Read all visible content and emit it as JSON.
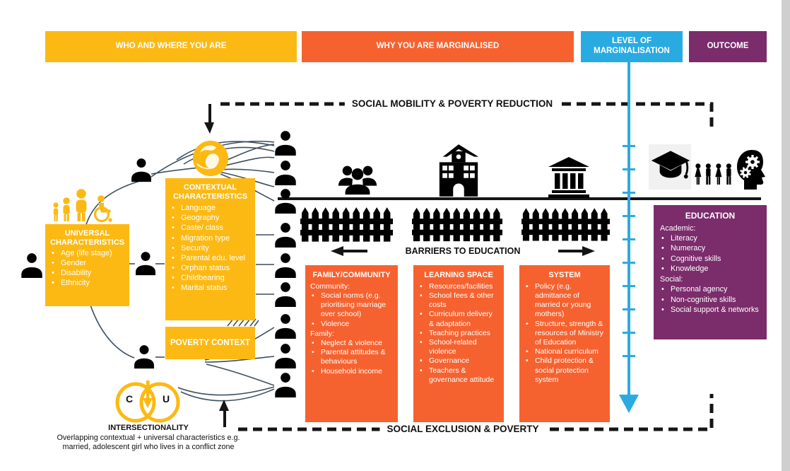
{
  "header": {
    "bands": [
      {
        "label": "WHO AND WHERE YOU ARE",
        "color": "#FDB913"
      },
      {
        "label": "WHY YOU ARE MARGINALISED",
        "color": "#F6622F"
      },
      {
        "label": "LEVEL OF MARGINALISATION",
        "color": "#29ABE2"
      },
      {
        "label": "OUTCOME",
        "color": "#7B2C6B"
      }
    ]
  },
  "annotations": {
    "social_mobility": "SOCIAL MOBILITY & POVERTY REDUCTION",
    "social_exclusion": "SOCIAL EXCLUSION & POVERTY",
    "barriers": "BARRIERS TO EDUCATION"
  },
  "boxes": {
    "universal": {
      "title": "UNIVERSAL CHARACTERISTICS",
      "entries": [
        {
          "k": "b",
          "t": "Age (life stage)"
        },
        {
          "k": "b",
          "t": "Gender"
        },
        {
          "k": "b",
          "t": "Disability"
        },
        {
          "k": "b",
          "t": "Ethnicity"
        }
      ]
    },
    "contextual": {
      "title": "CONTEXTUAL CHARACTERISTICS",
      "entries": [
        {
          "k": "b",
          "t": "Language"
        },
        {
          "k": "b",
          "t": "Geography"
        },
        {
          "k": "b",
          "t": "Caste/ class"
        },
        {
          "k": "b",
          "t": "Migration type"
        },
        {
          "k": "b",
          "t": "Security"
        },
        {
          "k": "b",
          "t": "Parental edu. level"
        },
        {
          "k": "b",
          "t": "Orphan status"
        },
        {
          "k": "b",
          "t": "Childbearing"
        },
        {
          "k": "b",
          "t": "Marital status"
        }
      ]
    },
    "poverty": {
      "title": "POVERTY CONTEXT"
    },
    "family_community": {
      "title": "FAMILY/COMMUNITY",
      "entries": [
        {
          "k": "h",
          "t": "Community:"
        },
        {
          "k": "b",
          "t": "Social norms (e.g. prioritising marriage over school)"
        },
        {
          "k": "b",
          "t": "Violence"
        },
        {
          "k": "h",
          "t": "Family:"
        },
        {
          "k": "b",
          "t": "Neglect & violence"
        },
        {
          "k": "b",
          "t": "Parental attitudes & behaviours"
        },
        {
          "k": "b",
          "t": "Household income"
        }
      ]
    },
    "learning_space": {
      "title": "LEARNING SPACE",
      "entries": [
        {
          "k": "b",
          "t": "Resources/facilities"
        },
        {
          "k": "b",
          "t": "School fees & other costs"
        },
        {
          "k": "b",
          "t": "Curriculum delivery & adaptation"
        },
        {
          "k": "b",
          "t": "Teaching practices"
        },
        {
          "k": "b",
          "t": "School-related violence"
        },
        {
          "k": "b",
          "t": "Governance"
        },
        {
          "k": "b",
          "t": "Teachers & governance attitude"
        }
      ]
    },
    "system": {
      "title": "SYSTEM",
      "entries": [
        {
          "k": "b",
          "t": "Policy (e.g. admittance of married or young mothers)"
        },
        {
          "k": "b",
          "t": "Structure, strength & resources of Ministry of Education"
        },
        {
          "k": "b",
          "t": "National curriculum"
        },
        {
          "k": "b",
          "t": "Child protection & social protection system"
        }
      ]
    },
    "education": {
      "title": "EDUCATION",
      "entries": [
        {
          "k": "h",
          "t": "Academic:"
        },
        {
          "k": "b",
          "t": "Literacy"
        },
        {
          "k": "b",
          "t": "Numeracy"
        },
        {
          "k": "b",
          "t": "Cognitive skills"
        },
        {
          "k": "b",
          "t": "Knowledge"
        },
        {
          "k": "h",
          "t": "Social:"
        },
        {
          "k": "b",
          "t": "Personal agency"
        },
        {
          "k": "b",
          "t": "Non-cognitive skills"
        },
        {
          "k": "b",
          "t": "Social support & networks"
        }
      ]
    }
  },
  "intersectionality": {
    "title": "INTERSECTIONALITY",
    "circle_left_label": "C",
    "circle_right_label": "U",
    "description": "Overlapping contextual + universal characteristics e.g. married, adolescent girl who lives in a conflict zone"
  },
  "icons": {
    "family": "family-figures-icon",
    "wheelchair": "wheelchair-icon",
    "globe": "globe-icon",
    "person": "person-icon",
    "community": "people-group-icon",
    "school": "school-building-icon",
    "government": "government-building-icon",
    "fence": "fence-barrier-icon",
    "graduation_cap": "graduation-cap-icon",
    "society": "people-row-icon",
    "cognition": "head-gears-icon"
  },
  "colors": {
    "yellow": "#FDB913",
    "orange": "#F6622F",
    "cyan": "#29ABE2",
    "purple": "#7B2C6B",
    "wire": "#3D4F5F",
    "black": "#111111"
  }
}
